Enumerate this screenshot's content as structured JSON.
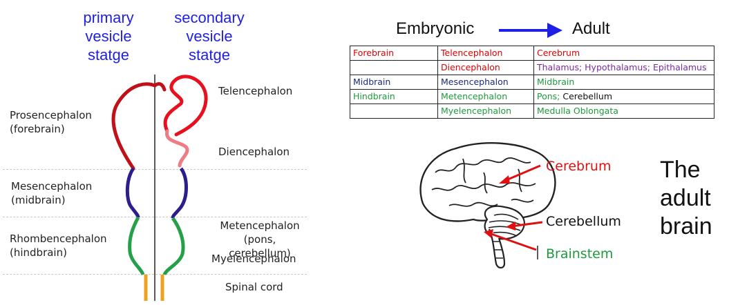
{
  "headers": {
    "primary": [
      "primary",
      "vesicle",
      "statge"
    ],
    "secondary": [
      "secondary",
      "vesicle",
      "statge"
    ]
  },
  "left_labels": {
    "prosencephalon": "Prosencephalon",
    "prosencephalon_sub": "(forebrain)",
    "mesencephalon": "Mesencephalon",
    "mesencephalon_sub": "(midbrain)",
    "rhombencephalon": "Rhombencephalon",
    "rhombencephalon_sub": "(hindbrain)"
  },
  "right_labels": {
    "telencephalon": "Telencephalon",
    "diencephalon": "Diencephalon",
    "metencephalon": "Metencephalon",
    "metencephalon_sub": "(pons, cerebellum)",
    "myelencephalon": "Myelencephalon",
    "spinal_cord": "Spinal cord"
  },
  "flow": {
    "from": "Embryonic",
    "to": "Adult"
  },
  "table": {
    "rows": [
      {
        "primary": "Forebrain",
        "secondary": "Telencephalon",
        "adult_a": "Cerebrum",
        "adult_b": "",
        "c1": "red",
        "c2": "red",
        "c3": "red",
        "c4": "red"
      },
      {
        "primary": "",
        "secondary": "Diencephalon",
        "adult_a": "Thalamus; Hypothalamus; Epithalamus",
        "adult_b": "",
        "c1": "red",
        "c2": "red",
        "c3": "purple",
        "c4": "purple"
      },
      {
        "primary": "Midbrain",
        "secondary": "Mesencephalon",
        "adult_a": "Midbrain",
        "adult_b": "",
        "c1": "navy",
        "c2": "navy",
        "c3": "green",
        "c4": "green"
      },
      {
        "primary": "Hindbrain",
        "secondary": "Metencephalon",
        "adult_a": "Pons;",
        "adult_b": " Cerebellum",
        "c1": "green",
        "c2": "green",
        "c3": "green",
        "c4": "black"
      },
      {
        "primary": "",
        "secondary": "Myelencephalon",
        "adult_a": "Medulla Oblongata",
        "adult_b": "",
        "c1": "green",
        "c2": "green",
        "c3": "green",
        "c4": "green"
      }
    ]
  },
  "brain_labels": {
    "cerebrum": "Cerebrum",
    "cerebellum": "Cerebellum",
    "brainstem": "Brainstem"
  },
  "adult_title": [
    "The",
    "adult",
    "brain"
  ],
  "colors": {
    "forebrain": "#c0101a",
    "telencephalon": "#e8101e",
    "diencephalon": "#ee7c84",
    "midbrain": "#2c1f8c",
    "hindbrain": "#25a04a",
    "myelencephalon": "#258a2e",
    "spinal": "#f0a020",
    "header_blue": "#1f1fe6",
    "arrow_red": "#e01010"
  }
}
